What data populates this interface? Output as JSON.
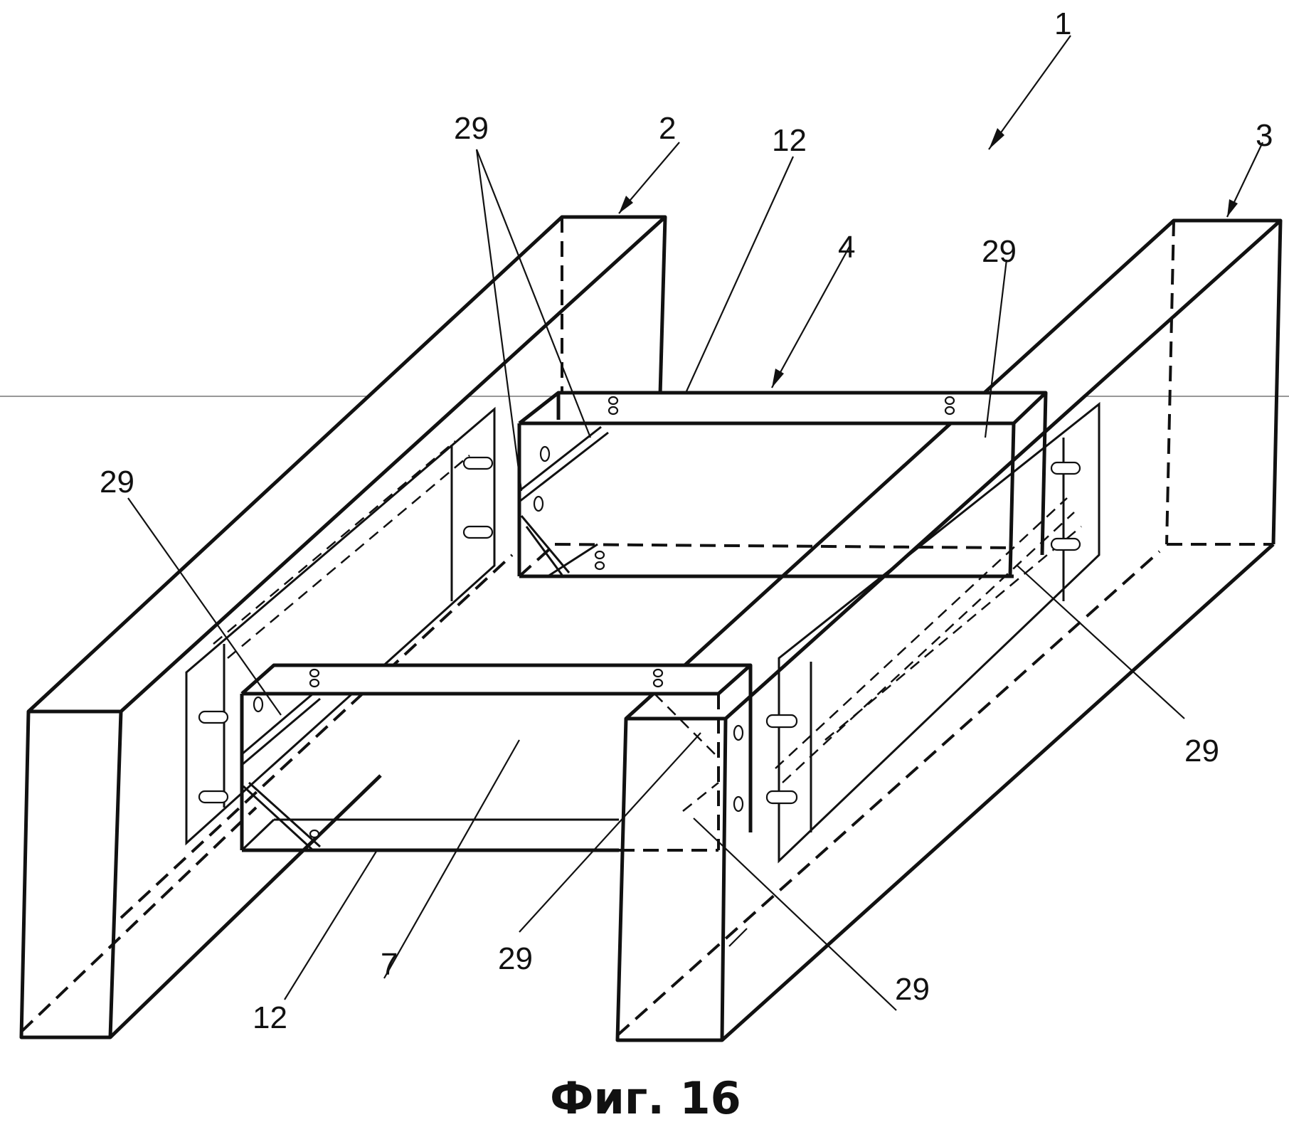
{
  "figure": {
    "caption": "Фиг. 16",
    "labels": {
      "assembly": "1",
      "beam_left": "2",
      "beam_right": "3",
      "frame": "4",
      "plate": "7",
      "bar_top": "12",
      "bar_bottom": "12",
      "brace_top_left": "29",
      "brace_top_right": "29",
      "brace_left": "29",
      "brace_right": "29",
      "brace_bottom_mid": "29",
      "brace_bottom_right": "29"
    }
  }
}
